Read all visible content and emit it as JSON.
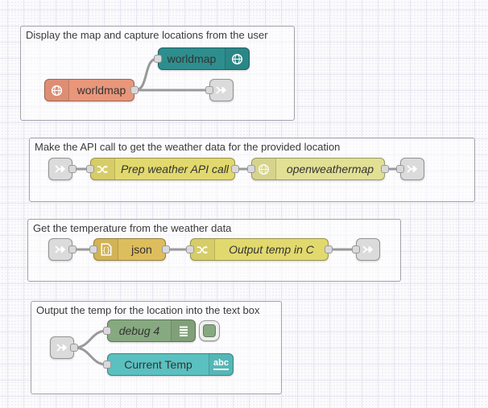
{
  "app": {
    "name": "Node-RED flow editor canvas"
  },
  "canvas": {
    "background": "#fbfbfd",
    "grid_color": "#e6e6f2",
    "wire_color": "#999999",
    "link_node_color": "#dbdbdb",
    "port_color": "#d9d9d9"
  },
  "groups": [
    {
      "title": "Display the map and capture locations from the user"
    },
    {
      "title": "Make the API call to get the weather data for the provided location"
    },
    {
      "title": "Get the temperature from the weather data"
    },
    {
      "title": "Output the temp for the location into the text box"
    }
  ],
  "nodes": {
    "worldmap_display": {
      "label": "worldmap",
      "color": "#2E8E8E",
      "icon": "globe-icon"
    },
    "worldmap_capture": {
      "label": "worldmap",
      "color": "#E9967A",
      "icon": "globe-icon"
    },
    "prep_weather_api_call": {
      "label": "Prep weather API call",
      "color": "#E2D96E",
      "icon": "shuffle-icon"
    },
    "openweathermap": {
      "label": "openweathermap",
      "color": "#E2E094",
      "icon": "globe-icon"
    },
    "json": {
      "label": "json",
      "color": "#DEBD5C",
      "icon": "json-file-icon"
    },
    "output_temp_in_c": {
      "label": "Output temp in C",
      "color": "#E2D96E",
      "icon": "shuffle-icon"
    },
    "debug": {
      "label": "debug 4",
      "color": "#87A980",
      "icon": "debug-list-icon",
      "toggle_enabled": true
    },
    "current_temp": {
      "label": "Current Temp",
      "color": "#5BC0C0",
      "icon": "abc-text-icon",
      "icon_text": "abc"
    }
  }
}
